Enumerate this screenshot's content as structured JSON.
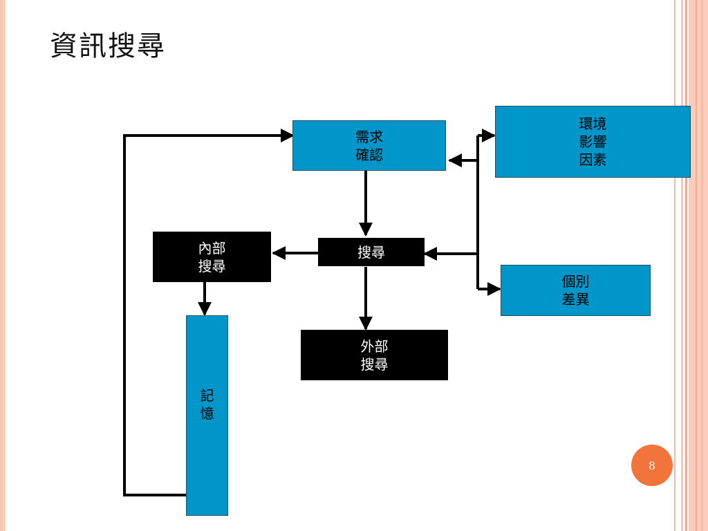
{
  "title": "資訊搜尋",
  "page_number": "8",
  "boxes": {
    "need": {
      "line1": "需求",
      "line2": "確認"
    },
    "env": {
      "line1": "環境",
      "line2": "影響",
      "line3": "因素"
    },
    "search": {
      "line1": "搜尋"
    },
    "internal": {
      "line1": "內部",
      "line2": "搜尋"
    },
    "individual": {
      "line1": "個別",
      "line2": "差異"
    },
    "external": {
      "line1": "外部",
      "line2": "搜尋"
    },
    "memory": {
      "line1": "記",
      "line2": "憶"
    }
  },
  "colors": {
    "blue_box": "#0096c9",
    "black_box": "#000000",
    "page_badge": "#f2743a",
    "border_accent": "#f7c6b3"
  }
}
